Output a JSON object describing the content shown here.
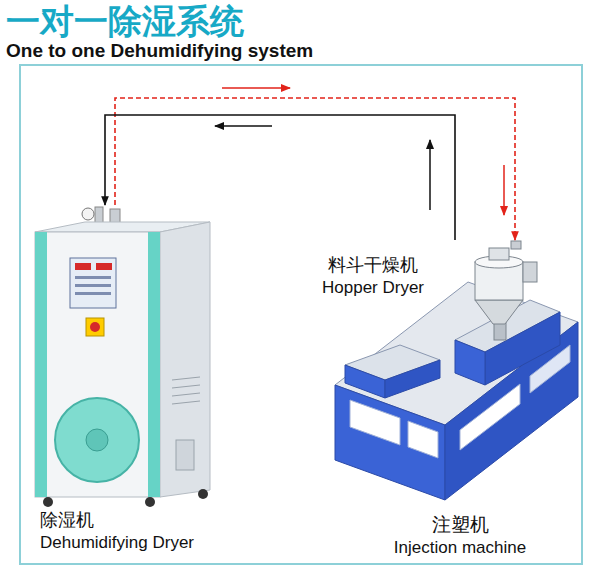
{
  "diagram": {
    "title": "一对一除湿系统",
    "nodes": [
      {
        "text": [
          "除湿机",
          "Dehumidifying Dryer"
        ]
      },
      {
        "text": [
          "料斗干燥机",
          "Hopper Dryer"
        ]
      },
      {
        "text": [
          "注塑机",
          "Injection machine"
        ]
      }
    ],
    "edges": [
      {
        "from": 0,
        "to": 1,
        "arrow": "to"
      },
      {
        "from": 1,
        "to": 0,
        "arrow": "to"
      }
    ],
    "labels": [
      "One to one Dehumidifying system"
    ]
  }
}
